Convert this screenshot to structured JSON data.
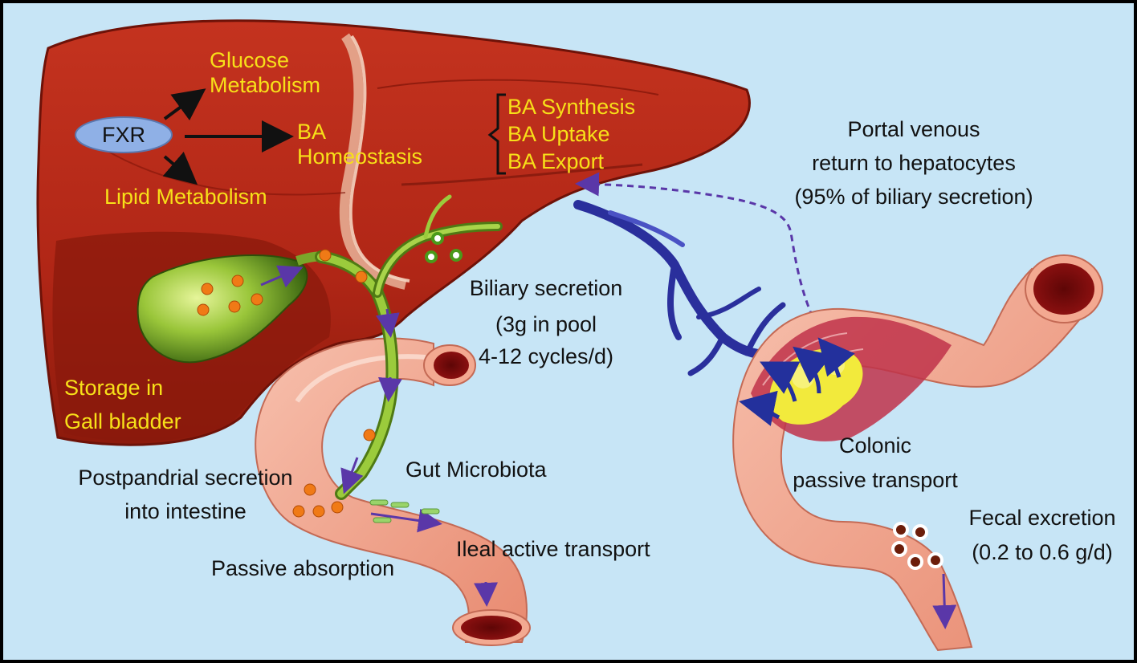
{
  "colors": {
    "background": "#c7e5f6",
    "liver": "#b8281a",
    "liver_dark": "#7e1409",
    "label_yellow": "#f7e019",
    "gallbladder": "#8fbe2c",
    "intestine": "#f2a68e",
    "portal_vein": "#2a2f9c",
    "arrow_purple": "#5a37a8",
    "fxr_oval": "#8fb0e6",
    "bile_acid_dot": "#f07a16"
  },
  "labels": {
    "fxr": "FXR",
    "glucose_metabolism_1": "Glucose",
    "glucose_metabolism_2": "Metabolism",
    "ba_homeostasis_1": "BA",
    "ba_homeostasis_2": "Homeostasis",
    "lipid_metabolism": "Lipid Metabolism",
    "ba_synthesis": "BA Synthesis",
    "ba_uptake": "BA Uptake",
    "ba_export": "BA Export",
    "portal_1": "Portal venous",
    "portal_2": "return to hepatocytes",
    "portal_3": "(95% of biliary secretion)",
    "biliary_1": "Biliary secretion",
    "biliary_2": "(3g in pool",
    "biliary_3": "4-12 cycles/d)",
    "storage_1": "Storage in",
    "storage_2": "Gall bladder",
    "colonic_1": "Colonic",
    "colonic_2": "passive transport",
    "postprandial_1": "Postpandrial secretion",
    "postprandial_2": "into intestine",
    "gut_microbiota": "Gut Microbiota",
    "fecal_1": "Fecal excretion",
    "fecal_2": "(0.2 to 0.6 g/d)",
    "ileal": "Ileal active transport",
    "passive_absorption": "Passive absorption"
  }
}
